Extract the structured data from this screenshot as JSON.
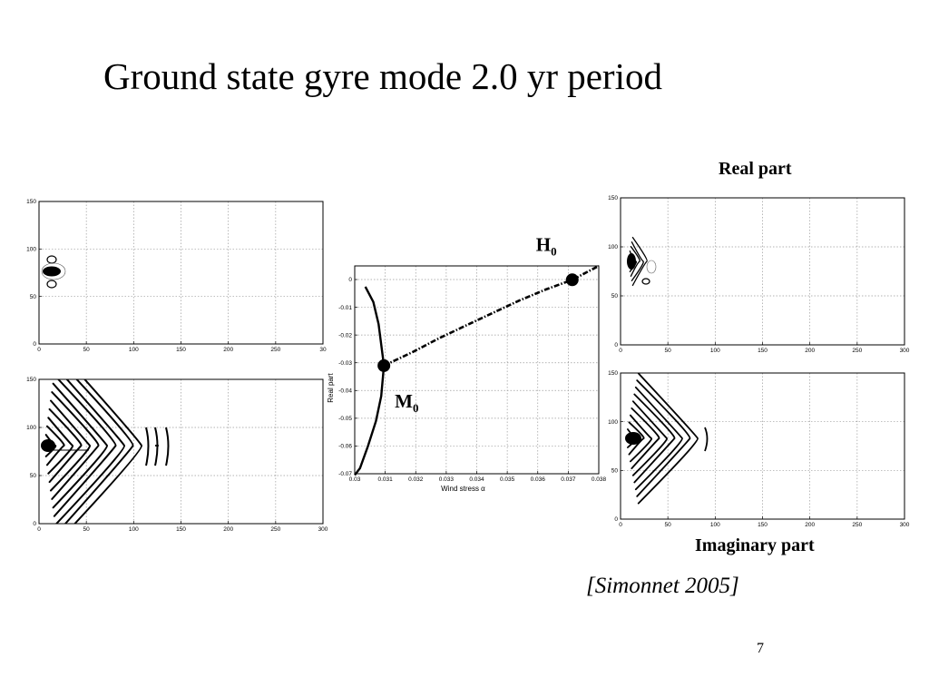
{
  "slide": {
    "title": "Ground state gyre mode 2.0 yr period",
    "real_part_label": "Real part",
    "imaginary_part_label": "Imaginary part",
    "citation": "[Simonnet 2005]",
    "page_number": "7"
  },
  "chart_data": [
    {
      "id": "left-top",
      "type": "contour",
      "x_ticks": [
        "0",
        "50",
        "100",
        "150",
        "200",
        "250",
        "30"
      ],
      "y_ticks": [
        "0",
        "50",
        "100",
        "150"
      ],
      "xlim": [
        0,
        300
      ],
      "ylim": [
        0,
        150
      ],
      "grid": true
    },
    {
      "id": "left-bottom",
      "type": "contour",
      "x_ticks": [
        "0",
        "50",
        "100",
        "150",
        "200",
        "250",
        "300"
      ],
      "y_ticks": [
        "0",
        "50",
        "100",
        "150"
      ],
      "xlim": [
        0,
        300
      ],
      "ylim": [
        0,
        150
      ],
      "grid": true
    },
    {
      "id": "center",
      "type": "line",
      "xlabel": "Wind stress α",
      "ylabel": "Real part",
      "x_ticks": [
        "0.03",
        "0.031",
        "0.032",
        "0.033",
        "0.034",
        "0.035",
        "0.036",
        "0.037",
        "0.038"
      ],
      "y_ticks": [
        "0",
        "-0.01",
        "-0.02",
        "-0.03",
        "-0.04",
        "-0.05",
        "-0.06",
        "-0.07"
      ],
      "xlim": [
        0.0298,
        0.039
      ],
      "ylim": [
        -0.07,
        0.005
      ],
      "grid": true,
      "series": [
        {
          "style": "solid",
          "points": [
            [
              0.0302,
              -0.0025
            ],
            [
              0.0305,
              -0.008
            ],
            [
              0.0307,
              -0.016
            ],
            [
              0.0309,
              -0.031
            ],
            [
              0.0308,
              -0.042
            ],
            [
              0.0306,
              -0.051
            ],
            [
              0.0303,
              -0.06
            ],
            [
              0.03,
              -0.068
            ],
            [
              0.0298,
              -0.0705
            ]
          ]
        },
        {
          "style": "dashdot",
          "points": [
            [
              0.0309,
              -0.031
            ],
            [
              0.032,
              -0.026
            ],
            [
              0.033,
              -0.021
            ],
            [
              0.034,
              -0.0165
            ],
            [
              0.035,
              -0.012
            ],
            [
              0.036,
              -0.0075
            ],
            [
              0.037,
              -0.0035
            ],
            [
              0.038,
              0.0
            ],
            [
              0.039,
              0.005
            ]
          ]
        }
      ],
      "markers": [
        {
          "label": "M",
          "sub": "0",
          "x": 0.0309,
          "y": -0.031
        },
        {
          "label": "H",
          "sub": "0",
          "x": 0.038,
          "y": 0.0
        }
      ]
    },
    {
      "id": "right-top",
      "type": "contour",
      "x_ticks": [
        "0",
        "50",
        "100",
        "150",
        "200",
        "250",
        "300"
      ],
      "y_ticks": [
        "0",
        "50",
        "100",
        "150"
      ],
      "xlim": [
        0,
        300
      ],
      "ylim": [
        0,
        150
      ],
      "grid": true
    },
    {
      "id": "right-bottom",
      "type": "contour",
      "x_ticks": [
        "0",
        "50",
        "100",
        "150",
        "200",
        "250",
        "300"
      ],
      "y_ticks": [
        "0",
        "50",
        "100",
        "150"
      ],
      "xlim": [
        0,
        300
      ],
      "ylim": [
        0,
        150
      ],
      "grid": true
    }
  ]
}
